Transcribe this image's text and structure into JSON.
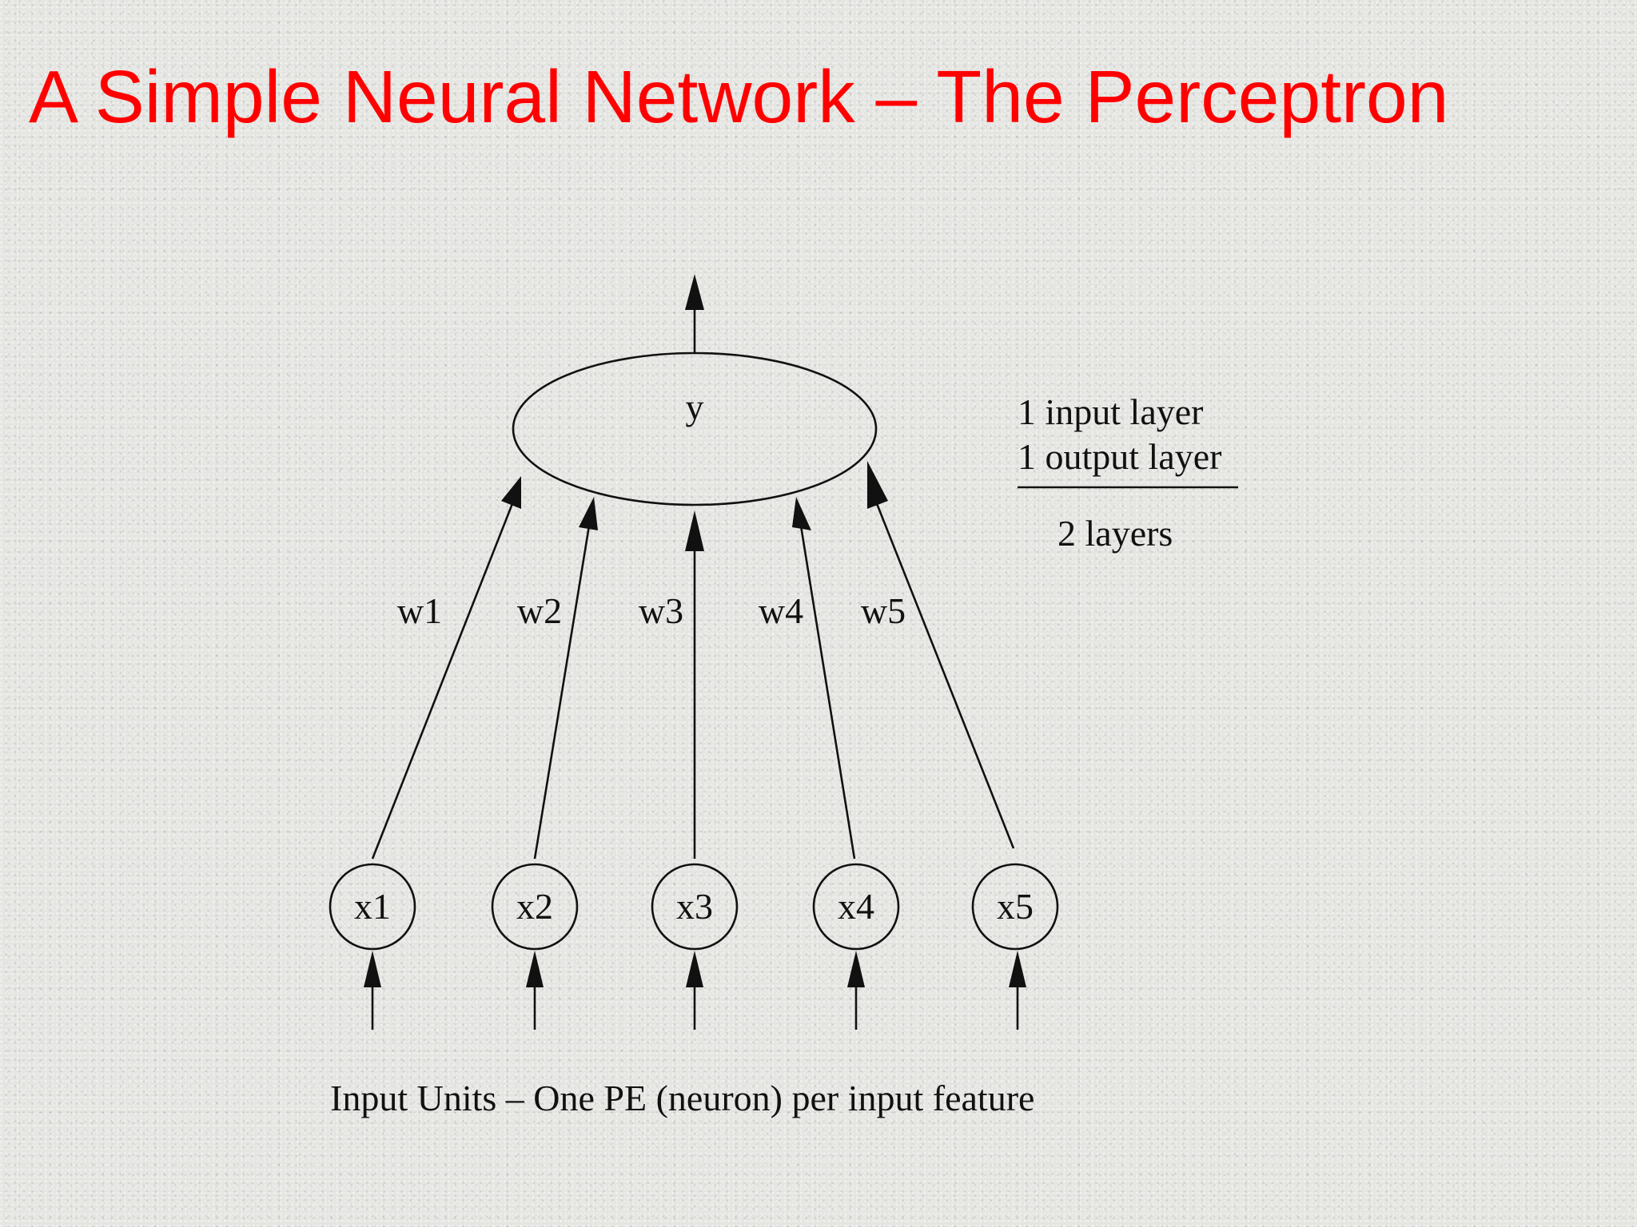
{
  "slide": {
    "title": "A Simple Neural Network – The Perceptron",
    "title_color": "#ff0000"
  },
  "diagram": {
    "output_node": {
      "label": "y"
    },
    "input_nodes": [
      {
        "label": "x1",
        "weight": "w1"
      },
      {
        "label": "x2",
        "weight": "w2"
      },
      {
        "label": "x3",
        "weight": "w3"
      },
      {
        "label": "x4",
        "weight": "w4"
      },
      {
        "label": "x5",
        "weight": "w5"
      }
    ],
    "layer_note": {
      "line1": "1 input layer",
      "line2": "1 output layer",
      "total": "2 layers"
    },
    "caption": "Input Units – One PE (neuron) per input feature"
  }
}
